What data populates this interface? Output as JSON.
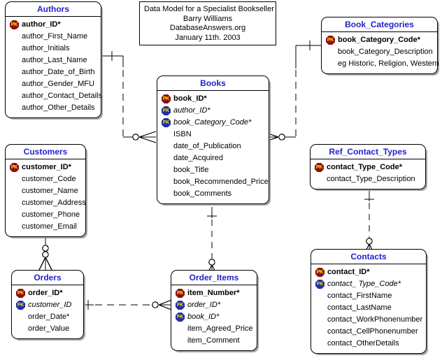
{
  "title_block": {
    "lines": [
      "Data Model for a Specialist Bookseller",
      "Barry Williams",
      "DatabaseAnswers.org",
      "January 11th. 2003"
    ]
  },
  "colors": {
    "entity_title": "#2222cc",
    "pk_badge": "#8b0f14",
    "fk_badge": "#1f2fa8",
    "badge_text": "#ffe600",
    "line": "#000000",
    "background": "#ffffff"
  },
  "key_labels": {
    "pk": "PK",
    "fk": "FK"
  },
  "entities": [
    {
      "name": "Authors",
      "attributes": [
        {
          "key": "PK",
          "label": "author_ID*"
        },
        {
          "key": "",
          "label": "author_First_Name"
        },
        {
          "key": "",
          "label": "author_Initials"
        },
        {
          "key": "",
          "label": "author_Last_Name"
        },
        {
          "key": "",
          "label": "author_Date_of_Birth"
        },
        {
          "key": "",
          "label": "author_Gender_MFU"
        },
        {
          "key": "",
          "label": "author_Contact_Details"
        },
        {
          "key": "",
          "label": "author_Other_Details"
        }
      ]
    },
    {
      "name": "Book_Categories",
      "attributes": [
        {
          "key": "PK",
          "label": "book_Category_Code*"
        },
        {
          "key": "",
          "label": "book_Category_Description"
        },
        {
          "key": "",
          "label": "eg Historic, Religion, Western"
        }
      ]
    },
    {
      "name": "Books",
      "attributes": [
        {
          "key": "PK",
          "label": "book_ID*"
        },
        {
          "key": "FK",
          "label": "author_ID*"
        },
        {
          "key": "FK",
          "label": "book_Category_Code*"
        },
        {
          "key": "",
          "label": "ISBN"
        },
        {
          "key": "",
          "label": "date_of_Publication"
        },
        {
          "key": "",
          "label": "date_Acquired"
        },
        {
          "key": "",
          "label": "book_Title"
        },
        {
          "key": "",
          "label": "book_Recommended_Price"
        },
        {
          "key": "",
          "label": "book_Comments"
        }
      ]
    },
    {
      "name": "Customers",
      "attributes": [
        {
          "key": "PK",
          "label": "customer_ID*"
        },
        {
          "key": "",
          "label": "customer_Code"
        },
        {
          "key": "",
          "label": "customer_Name"
        },
        {
          "key": "",
          "label": "customer_Address"
        },
        {
          "key": "",
          "label": "customer_Phone"
        },
        {
          "key": "",
          "label": "customer_Email"
        }
      ]
    },
    {
      "name": "Ref_Contact_Types",
      "attributes": [
        {
          "key": "PK",
          "label": "contact_Type_Code*"
        },
        {
          "key": "",
          "label": "contact_Type_Description"
        }
      ]
    },
    {
      "name": "Contacts",
      "attributes": [
        {
          "key": "PK",
          "label": "contact_ID*"
        },
        {
          "key": "FK",
          "label": "contact_ Type_Code*"
        },
        {
          "key": "",
          "label": "contact_FirstName"
        },
        {
          "key": "",
          "label": "contact_LastName"
        },
        {
          "key": "",
          "label": "contact_WorkPhonenumber"
        },
        {
          "key": "",
          "label": "contact_CellPhonenumber"
        },
        {
          "key": "",
          "label": "contact_OtherDetails"
        }
      ]
    },
    {
      "name": "Orders",
      "attributes": [
        {
          "key": "PK",
          "label": "order_ID*"
        },
        {
          "key": "FK",
          "label": "customer_ID"
        },
        {
          "key": "",
          "label": "order_Date*"
        },
        {
          "key": "",
          "label": "order_Value"
        }
      ]
    },
    {
      "name": "Order_Items",
      "attributes": [
        {
          "key": "PK",
          "label": "item_Number*"
        },
        {
          "key": "FK",
          "label": "order_ID*"
        },
        {
          "key": "FK",
          "label": "book_ID*"
        },
        {
          "key": "",
          "label": "item_Agreed_Price"
        },
        {
          "key": "",
          "label": "item_Comment"
        }
      ]
    }
  ],
  "relationships": [
    {
      "from": "Authors",
      "to": "Books",
      "from_cardinality": "one",
      "to_cardinality": "zero-or-many",
      "style": "dashed"
    },
    {
      "from": "Book_Categories",
      "to": "Books",
      "from_cardinality": "one",
      "to_cardinality": "zero-or-many",
      "style": "dashed"
    },
    {
      "from": "Customers",
      "to": "Orders",
      "from_cardinality": "one",
      "to_cardinality": "zero-or-many",
      "style": "solid"
    },
    {
      "from": "Orders",
      "to": "Order_Items",
      "from_cardinality": "one",
      "to_cardinality": "zero-or-many",
      "style": "dashed"
    },
    {
      "from": "Books",
      "to": "Order_Items",
      "from_cardinality": "one",
      "to_cardinality": "zero-or-many",
      "style": "dashed"
    },
    {
      "from": "Ref_Contact_Types",
      "to": "Contacts",
      "from_cardinality": "one",
      "to_cardinality": "zero-or-many",
      "style": "dashed"
    }
  ]
}
